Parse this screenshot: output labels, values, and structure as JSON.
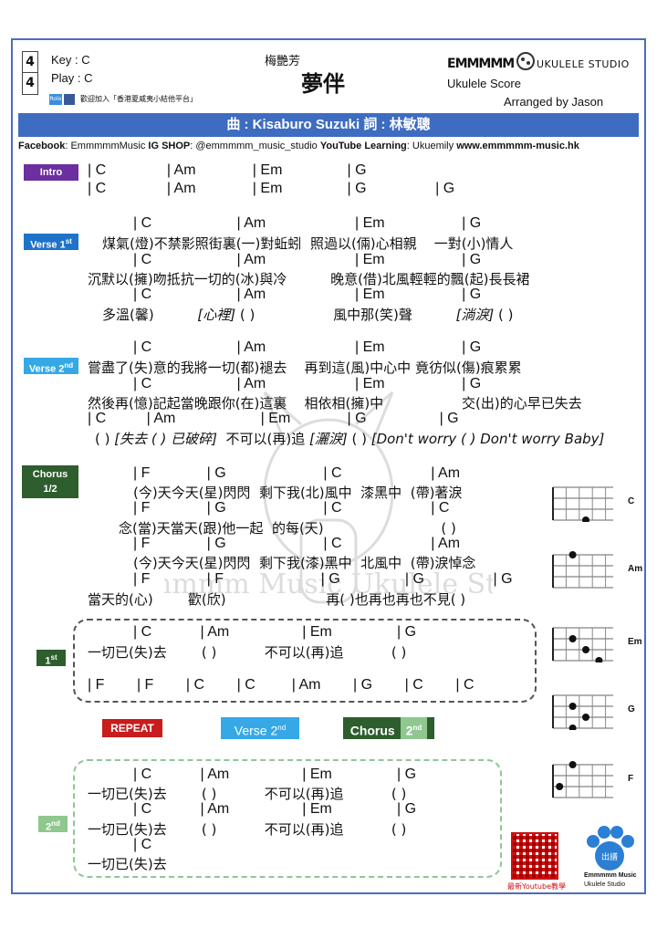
{
  "header": {
    "time_sig_top": "4",
    "time_sig_bottom": "4",
    "key": "Key : C",
    "play": "Play : C",
    "promo": "歡迎加入「香港夏威夷小結他平台」",
    "promo_badge": "Rolo",
    "singer": "梅艷芳",
    "title": "夢伴",
    "brand": "EMMMMM",
    "brand_tail": "UKULELE STUDIO",
    "score_type": "Ukulele Score",
    "arranger": "Arranged by Jason"
  },
  "credits": "曲 : Kisaburo Suzuki    詞 : 林敏聰",
  "social": {
    "fb_label": "Facebook",
    "fb_value": ": EmmmmmMusic ",
    "ig_label": "IG SHOP",
    "ig_value": ": @emmmmm_music_studio ",
    "yt_label": "YouTube Learning",
    "yt_value": ": Ukuemily ",
    "web": "www.emmmmm-music.hk"
  },
  "sections": {
    "intro": "Intro",
    "verse1": "Verse 1",
    "verse1_sup": "st",
    "verse2": "Verse 2",
    "verse2_sup": "nd",
    "chorus": "Chorus",
    "chorus_part": "1/2",
    "first": "1",
    "first_sup": "st",
    "second": "2",
    "second_sup": "nd"
  },
  "lines": {
    "intro1": "| C               | Am              | Em                | G",
    "intro2": "| C               | Am              | Em                | G                 | G",
    "v1c1": "| C                     | Am                      | Em                   | G",
    "v1l1": "煤氣(燈)不禁影照街裏(一)對蚯蚓  照過以(倆)心相親    一對(小)情人",
    "v1c2": "| C                     | Am                      | Em                   | G",
    "v1l2": "沉默以(擁)吻抵抗一切的(冰)與冷          晚意(借)北風輕輕的飄(起)長長裙",
    "v1c3": "| C                     | Am                      | Em                   | G",
    "v1l3a": "多溫(馨)          ",
    "v1l3b": "[心裡]",
    "v1l3c": " ( )                  風中那(笑)聲          ",
    "v1l3d": "[淌淚]",
    "v1l3e": " ( )",
    "v2c1": "| C                     | Am                      | Em                   | G",
    "v2l1": "嘗盡了(失)意的我將一切(都)褪去    再到這(風)中心中 竟彷似(傷)痕累累",
    "v2c2": "| C                     | Am                      | Em                   | G",
    "v2l2": "然後再(憶)記起當晚跟你(在)這裏    相依相(擁)中                  交(出)的心早已失去",
    "v2c3": "| C          | Am                     | Em              | G                  | G",
    "v2l3a": "( ) ",
    "v2l3b": "[失去 ( ) 已破碎]",
    "v2l3c": "  不可以(再)追 ",
    "v2l3d": "[灑淚]",
    "v2l3e": " ( ) ",
    "v2l3f": "[Don't worry ( ) Don't worry Baby]",
    "chc1": "| F              | G                        | C                      | Am",
    "chl1": "(今)天今天(星)閃閃  剩下我(北)風中  漆黑中  (帶)著淚",
    "chc2": "| F              | G                        | C                      | C",
    "chl2": "念(當)天當天(跟)他一起  的每(天)                           ( )",
    "chc3": "| F              | G                        | C                      | Am",
    "chl3": "(今)天今天(星)閃閃  剩下我(漆)黑中  北風中  (帶)淚悼念",
    "chc4": "| F              | F                        | G                | G                 | G",
    "chl4": "當天的(心)        歡(欣)                       再( )也再也再也不見( )",
    "f1c1": "| C            | Am                  | Em                | G",
    "f1l1": "一切已(失)去        ( )           不可以(再)追           ( )",
    "f1c2": "| F        | F        | C        | C         | Am        | G        | C        | C",
    "f2c1": "| C            | Am                  | Em                | G",
    "f2l1": "一切已(失)去        ( )           不可以(再)追           ( )",
    "f2c2": "| C            | Am                  | Em                | G",
    "f2l2": "一切已(失)去        ( )           不可以(再)追           ( )",
    "f2c3": "| C",
    "f2l3": "一切已(失)去"
  },
  "nav": {
    "repeat": "REPEAT",
    "verse2": "Verse 2",
    "verse2_sup": "nd",
    "chorus": "Chorus",
    "chorus2": "2",
    "chorus2_sup": "nd"
  },
  "chords": [
    "C",
    "Am",
    "Em",
    "G",
    "F"
  ],
  "watermark": "Emmmmm Music Ukulele Studio",
  "qr_caption": "最新Youtube教學",
  "paw_text": "出譜",
  "paw_caption1": "Emmmmm Music",
  "paw_caption2": "Ukulele Studio",
  "colors": {
    "accent": "#3e6cc0",
    "intro": "#6b2fa0",
    "verse1": "#1e73c9",
    "verse2": "#36a8e6",
    "chorus": "#2e5d2e",
    "repeat": "#c91c1c"
  }
}
